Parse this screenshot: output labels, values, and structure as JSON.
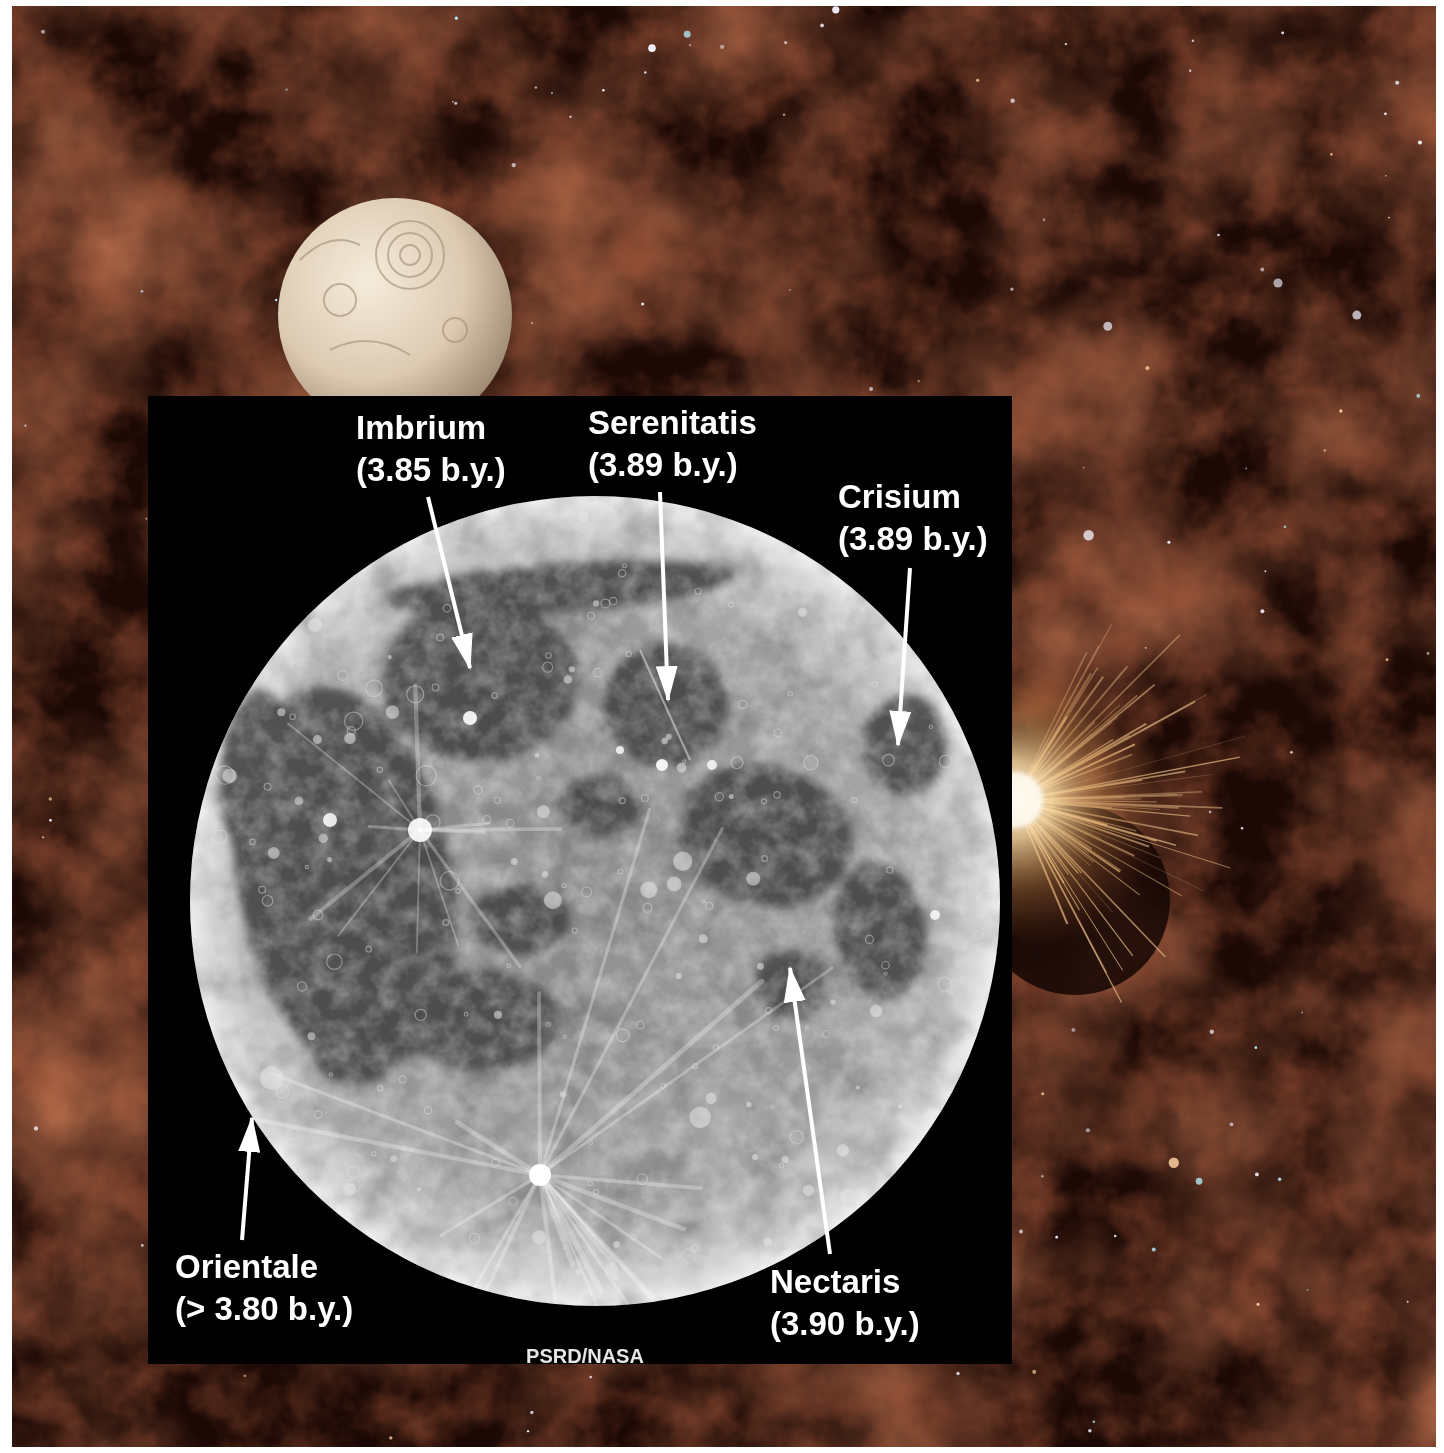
{
  "diagram": {
    "labels": [
      "Imbrium (3.85 b.y.)",
      "Serenitatis (3.89 b.y.)",
      "Crisium (3.89 b.y.)",
      "Orientale (> 3.80 b.y.)",
      "Nectaris (3.90 b.y.)",
      "PSRD/NASA"
    ]
  }
}
